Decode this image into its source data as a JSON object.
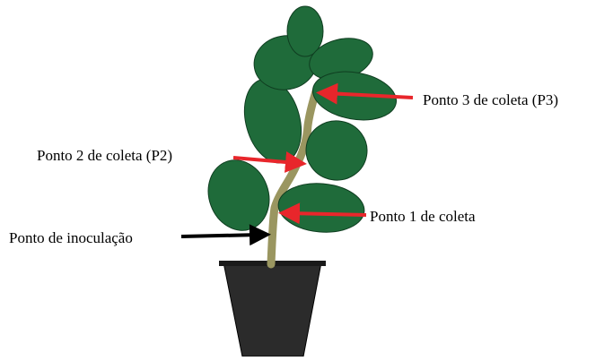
{
  "labels": {
    "p3": "Ponto 3 de coleta (P3)",
    "p2": "Ponto 2 de coleta (P2)",
    "p1": "Ponto 1 de coleta",
    "inoculation": "Ponto de inoculação"
  },
  "colors": {
    "leaf": "#1f6b3a",
    "stem": "#9a9660",
    "pot": "#2b2b2b",
    "collection_arrow": "#e8262b",
    "inoculation_arrow": "#000000",
    "text": "#000000"
  }
}
